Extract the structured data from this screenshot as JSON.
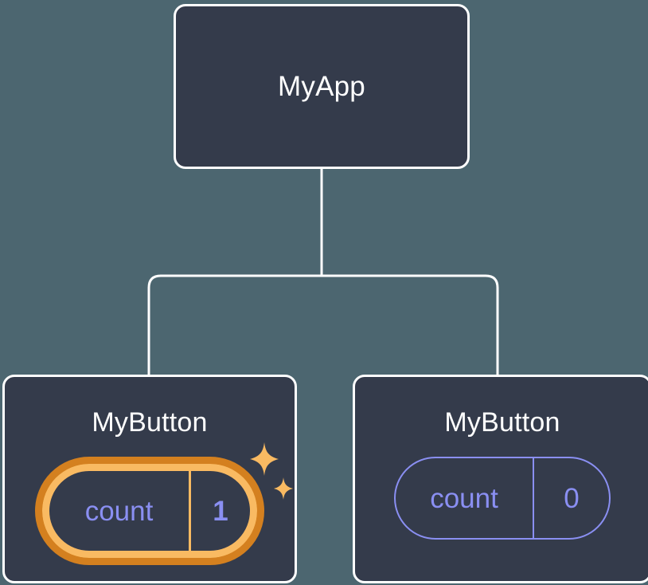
{
  "diagram": {
    "type": "component-tree",
    "background_color": "#4c6670",
    "node_fill_color": "#343b4b",
    "node_border_color": "#ffffff",
    "connector_color": "#ffffff",
    "accent_highlight_outer": "#d4801f",
    "accent_highlight_inner": "#f9ba62",
    "state_text_color": "#8a8ff2",
    "root": {
      "title": "MyApp"
    },
    "children": [
      {
        "title": "MyButton",
        "highlighted": true,
        "state": {
          "key": "count",
          "value": "1"
        },
        "sparkle_icons": [
          "sparkle-large-icon",
          "sparkle-small-icon"
        ]
      },
      {
        "title": "MyButton",
        "highlighted": false,
        "state": {
          "key": "count",
          "value": "0"
        }
      }
    ]
  }
}
